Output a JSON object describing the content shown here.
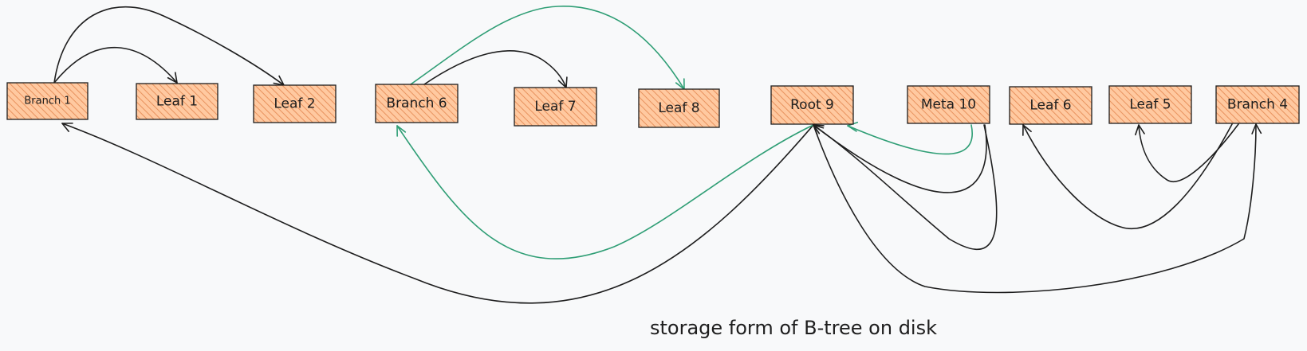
{
  "caption": "storage form of B-tree on disk",
  "colors": {
    "node_fill": "#ffc9a0",
    "node_hatch": "#e8925e",
    "node_stroke": "#1e1e1e",
    "edge_black": "#1e1e1e",
    "edge_green": "#2f9e75",
    "background": "#f8f9fa"
  },
  "nodes": [
    {
      "id": "branch-1",
      "label": "Branch 1"
    },
    {
      "id": "leaf-1",
      "label": "Leaf 1"
    },
    {
      "id": "leaf-2",
      "label": "Leaf 2"
    },
    {
      "id": "branch-6",
      "label": "Branch 6"
    },
    {
      "id": "leaf-7",
      "label": "Leaf 7"
    },
    {
      "id": "leaf-8",
      "label": "Leaf 8"
    },
    {
      "id": "root-9",
      "label": "Root 9"
    },
    {
      "id": "meta-10",
      "label": "Meta 10"
    },
    {
      "id": "leaf-6",
      "label": "Leaf 6"
    },
    {
      "id": "leaf-5",
      "label": "Leaf 5"
    },
    {
      "id": "branch-4",
      "label": "Branch 4"
    }
  ],
  "edges": [
    {
      "from": "branch-1",
      "to": "leaf-1",
      "color": "black"
    },
    {
      "from": "branch-1",
      "to": "leaf-2",
      "color": "black"
    },
    {
      "from": "branch-6",
      "to": "leaf-7",
      "color": "black"
    },
    {
      "from": "branch-6",
      "to": "leaf-8",
      "color": "green"
    },
    {
      "from": "root-9",
      "to": "branch-1",
      "color": "black"
    },
    {
      "from": "root-9",
      "to": "branch-6",
      "color": "green"
    },
    {
      "from": "root-9",
      "to": "branch-4",
      "color": "black"
    },
    {
      "from": "meta-10",
      "to": "root-9",
      "color": "green"
    },
    {
      "from": "meta-10",
      "to": "root-9",
      "color": "black"
    },
    {
      "from": "meta-10",
      "to": "root-9",
      "color": "black"
    },
    {
      "from": "branch-4",
      "to": "leaf-6",
      "color": "black"
    },
    {
      "from": "branch-4",
      "to": "leaf-5",
      "color": "black"
    }
  ]
}
